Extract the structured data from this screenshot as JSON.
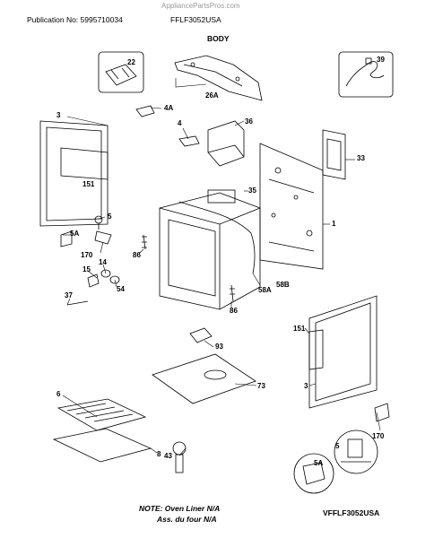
{
  "header": {
    "watermark": "AppliancePartsPros.com",
    "publication": "Publication No: 5995710034",
    "model": "FFLF3052USA",
    "section": "BODY"
  },
  "callouts": {
    "c22": "22",
    "c26a": "26A",
    "c39": "39",
    "c3a": "3",
    "c4a": "4A",
    "c4": "4",
    "c36": "36",
    "c33": "33",
    "c151a": "151",
    "c35": "35",
    "c1": "1",
    "c5a": "5",
    "c5aa": "5A",
    "c170a": "170",
    "c86a": "86",
    "c14": "14",
    "c15": "15",
    "c54": "54",
    "c58a": "58A",
    "c58b": "58B",
    "c37": "37",
    "c86b": "86",
    "c151b": "151",
    "c93": "93",
    "c73": "73",
    "c3b": "3",
    "c6": "6",
    "c8": "8",
    "c43": "43",
    "c5b": "5",
    "c5ab": "5A",
    "c170b": "170"
  },
  "footer": {
    "note_line1": "NOTE: Oven Liner N/A",
    "note_line2": "Ass. du four N/A",
    "code": "VFFLF3052USA"
  }
}
